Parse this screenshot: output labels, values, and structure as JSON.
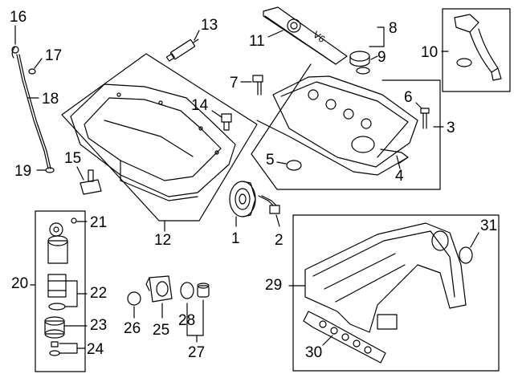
{
  "callouts": [
    {
      "id": "c16",
      "text": "16"
    },
    {
      "id": "c17",
      "text": "17"
    },
    {
      "id": "c18",
      "text": "18"
    },
    {
      "id": "c19",
      "text": "19"
    },
    {
      "id": "c13",
      "text": "13"
    },
    {
      "id": "c11",
      "text": "11"
    },
    {
      "id": "c8",
      "text": "8"
    },
    {
      "id": "c9",
      "text": "9"
    },
    {
      "id": "c10",
      "text": "10"
    },
    {
      "id": "c7",
      "text": "7"
    },
    {
      "id": "c14",
      "text": "14"
    },
    {
      "id": "c15",
      "text": "15"
    },
    {
      "id": "c6",
      "text": "6"
    },
    {
      "id": "c3",
      "text": "3"
    },
    {
      "id": "c5",
      "text": "5"
    },
    {
      "id": "c4",
      "text": "4"
    },
    {
      "id": "c12",
      "text": "12"
    },
    {
      "id": "c1",
      "text": "1"
    },
    {
      "id": "c2",
      "text": "2"
    },
    {
      "id": "c21",
      "text": "21"
    },
    {
      "id": "c20",
      "text": "20"
    },
    {
      "id": "c22",
      "text": "22"
    },
    {
      "id": "c23",
      "text": "23"
    },
    {
      "id": "c24",
      "text": "24"
    },
    {
      "id": "c26",
      "text": "26"
    },
    {
      "id": "c25",
      "text": "25"
    },
    {
      "id": "c28",
      "text": "28"
    },
    {
      "id": "c27",
      "text": "27"
    },
    {
      "id": "c31",
      "text": "31"
    },
    {
      "id": "c29",
      "text": "29"
    },
    {
      "id": "c30",
      "text": "30"
    }
  ],
  "cover_badge": "V6"
}
